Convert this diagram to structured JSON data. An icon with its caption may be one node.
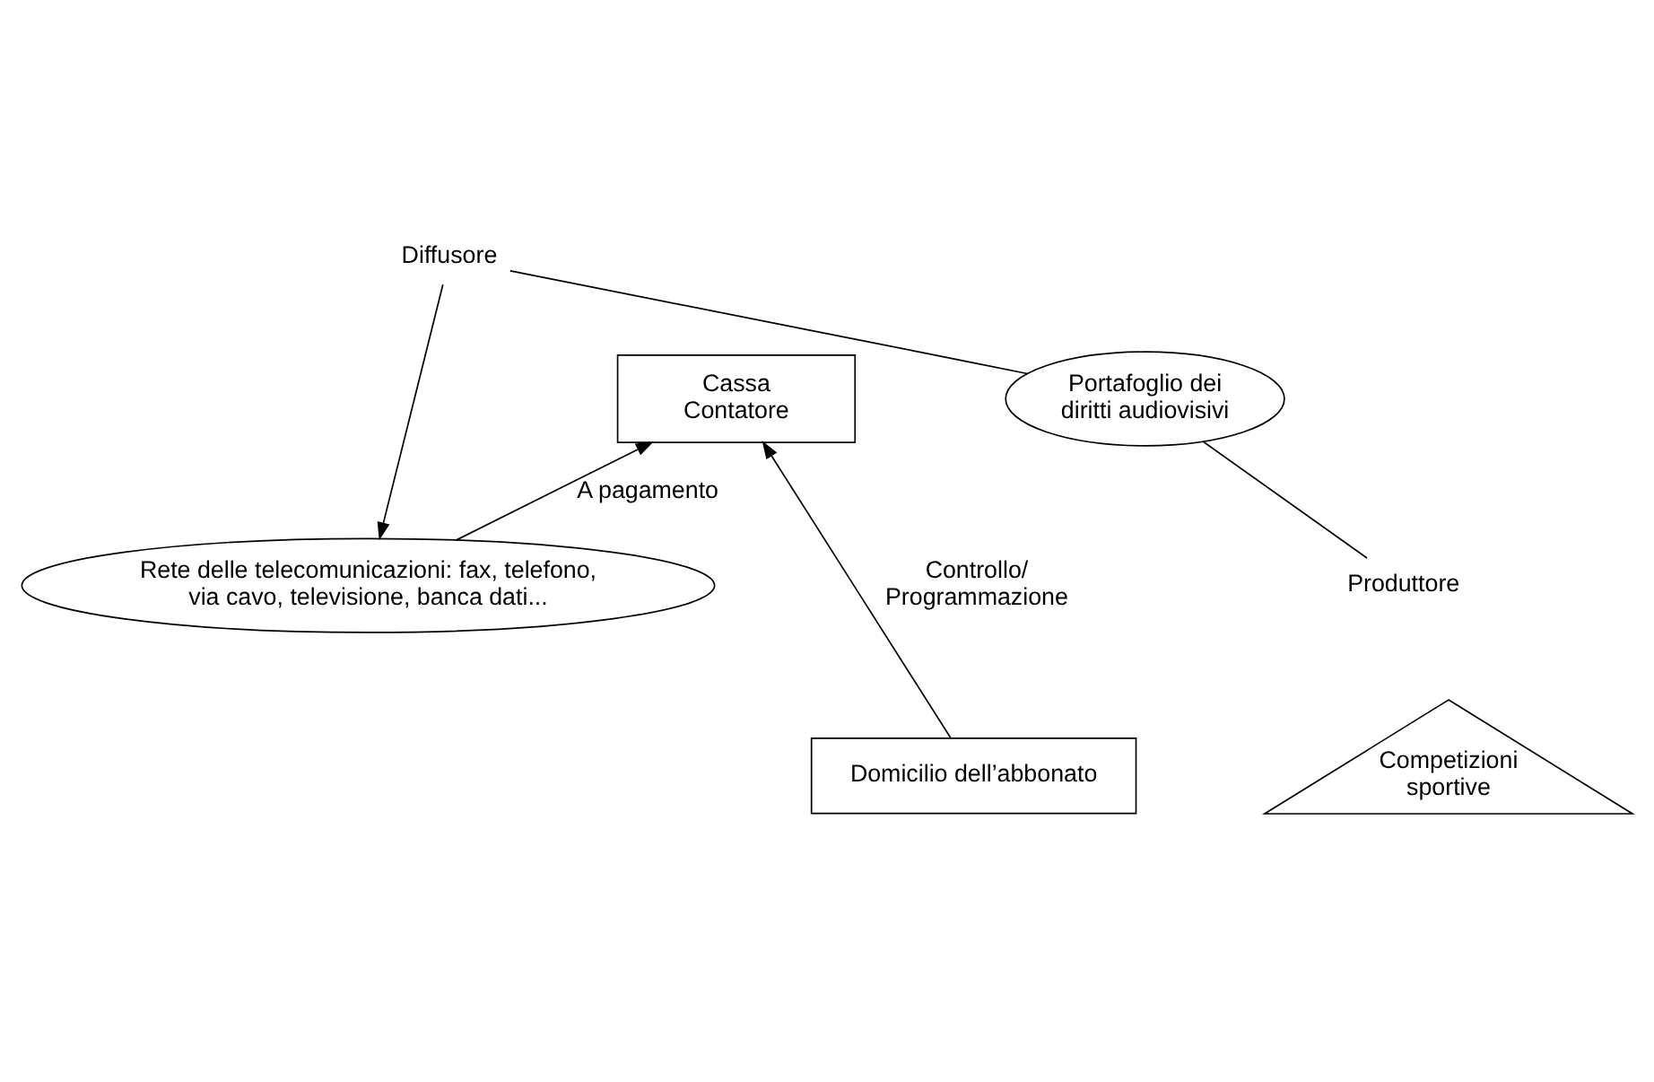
{
  "diagram": {
    "nodes": [
      {
        "text": [
          "Rete delle telecomunicazioni: fax, telefono, via cavo, televisione, banca dati..."
        ]
      },
      {
        "text": [
          "Diffusore"
        ]
      },
      {
        "text": [
          "Portafoglio dei diritti audiovisivi"
        ]
      },
      {
        "text": [
          "Produttore"
        ]
      },
      {
        "text": [
          "Competizioni sportive"
        ]
      },
      {
        "text": [
          "Cassa Contatore"
        ]
      },
      {
        "text": [
          "Domicilio dell’abbonato"
        ]
      }
    ],
    "edges": [
      {
        "from": 1,
        "to": 0,
        "arrow": "to"
      },
      {
        "from": 2,
        "to": 1,
        "arrow": "none"
      },
      {
        "from": 3,
        "to": 2,
        "arrow": "none"
      },
      {
        "from": 0,
        "to": 5,
        "arrow": "to",
        "label": "A pagamento"
      },
      {
        "from": 6,
        "to": 5,
        "arrow": "to",
        "label": "Controllo/ Programmazione"
      }
    ]
  }
}
